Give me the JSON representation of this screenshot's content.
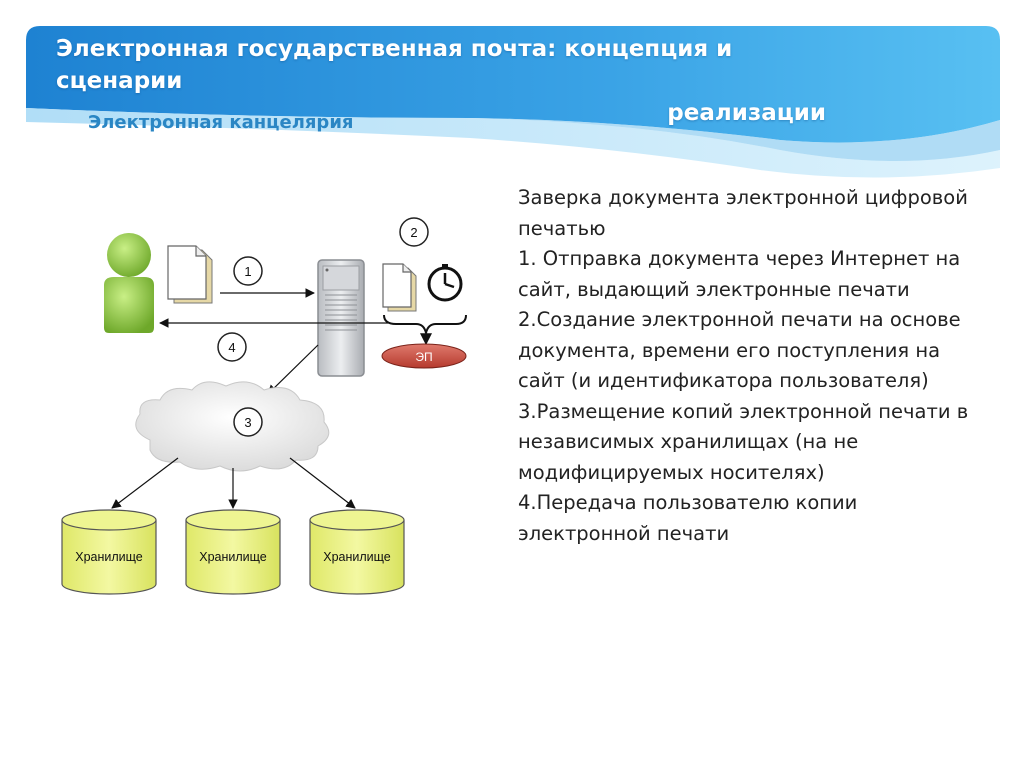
{
  "header": {
    "title_line1": "Электронная государственная почта: концепция и сценарии",
    "title_line2": "реализации",
    "subtitle": "Электронная канцелярия"
  },
  "diagram": {
    "step_labels": [
      "1",
      "2",
      "3",
      "4"
    ],
    "stamp_label": "ЭП",
    "storage_labels": [
      "Хранилище",
      "Хранилище",
      "Хранилище"
    ]
  },
  "body": {
    "lines": [
      "Заверка документа электронной цифровой печатью",
      "1. Отправка документа через Интернет на сайт, выдающий электронные печати",
      "2.Создание электронной печати на основе документа, времени его поступления на сайт (и идентификатора пользователя)",
      "3.Размещение копий электронной печати в независимых хранилищах (на не модифицируемых носителях)",
      "4.Передача пользователю копии электронной печати"
    ]
  },
  "colors": {
    "banner_blue": "#2f92dc",
    "subtitle_blue": "#2a86c4",
    "storage_fill": "#eaf27a",
    "stamp_fill": "#c9473a",
    "person_green": "#8cc63f"
  }
}
